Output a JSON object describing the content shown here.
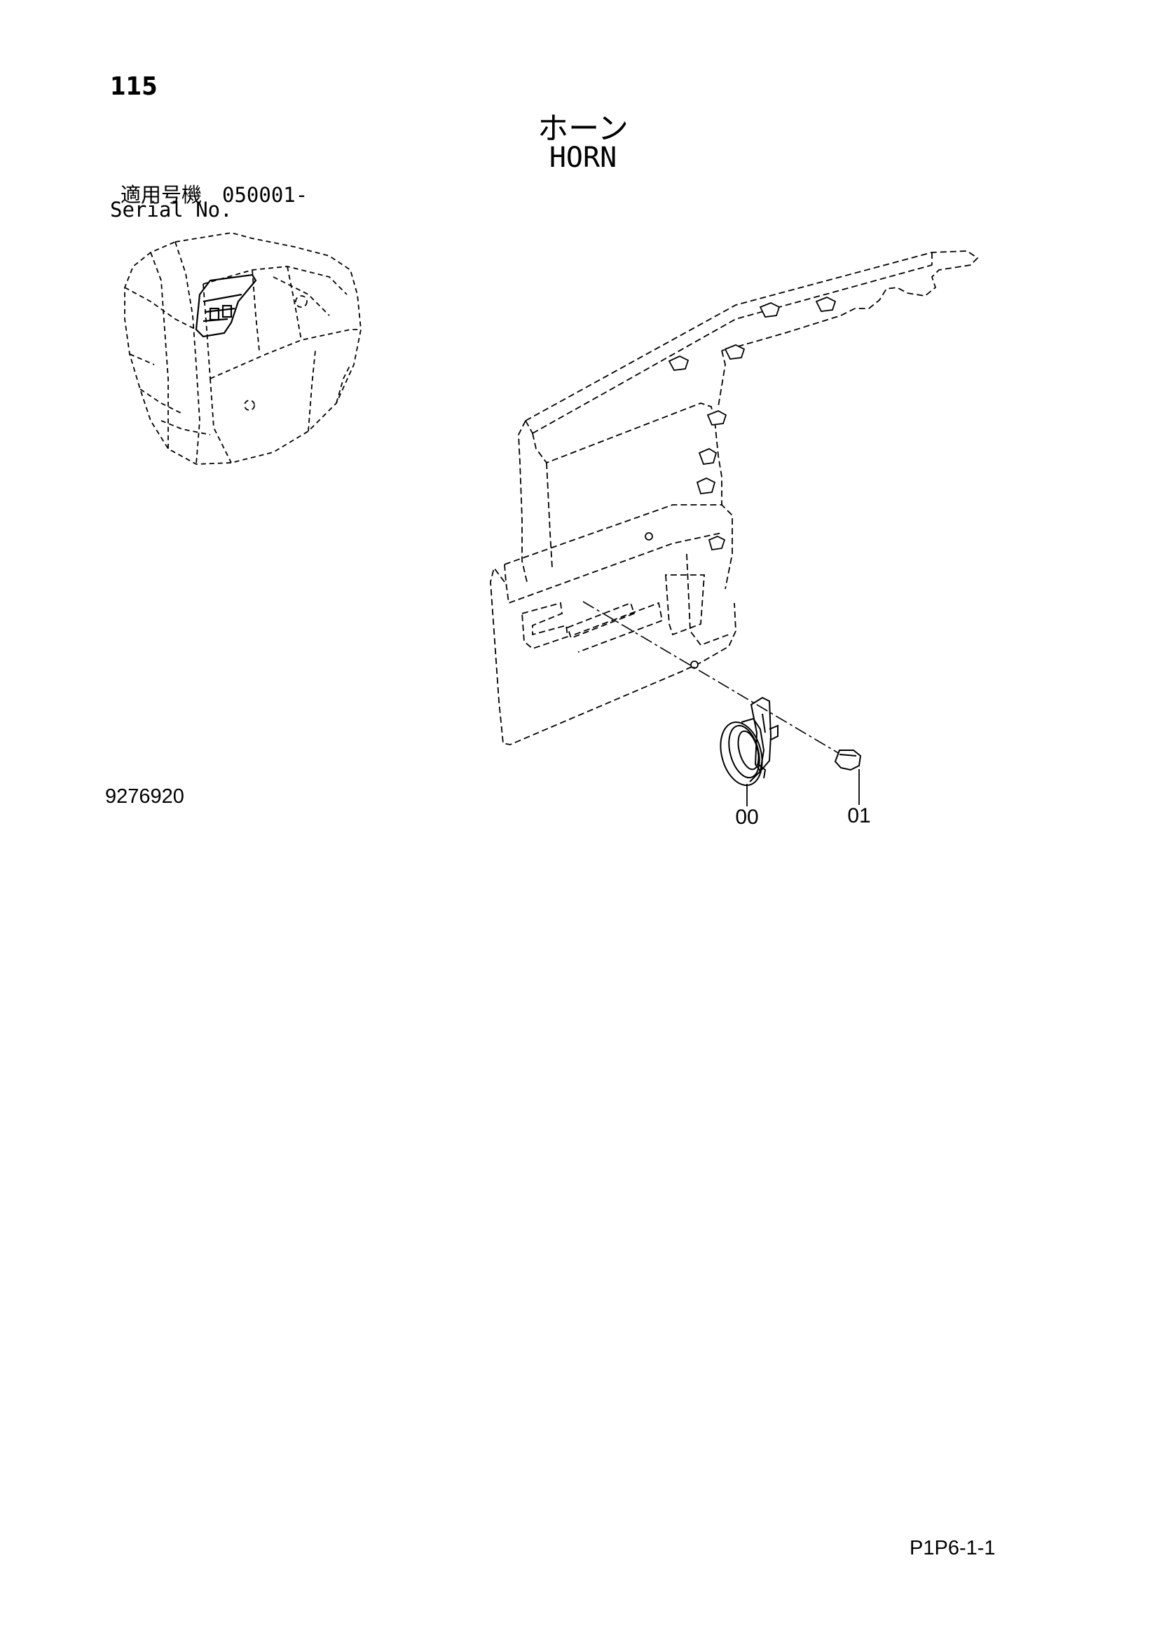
{
  "header": {
    "page_number": "115",
    "title_jp": "ホーン",
    "title_en": "HORN",
    "serial_label_jp": "適用号機　050001-",
    "serial_label_en": "Serial No."
  },
  "footer": {
    "drawing_number": "9276920",
    "page_code": "P1P6-1-1"
  },
  "callouts": [
    {
      "label": "00"
    },
    {
      "label": "01"
    }
  ],
  "colors": {
    "line": "#000000",
    "background": "#ffffff"
  }
}
